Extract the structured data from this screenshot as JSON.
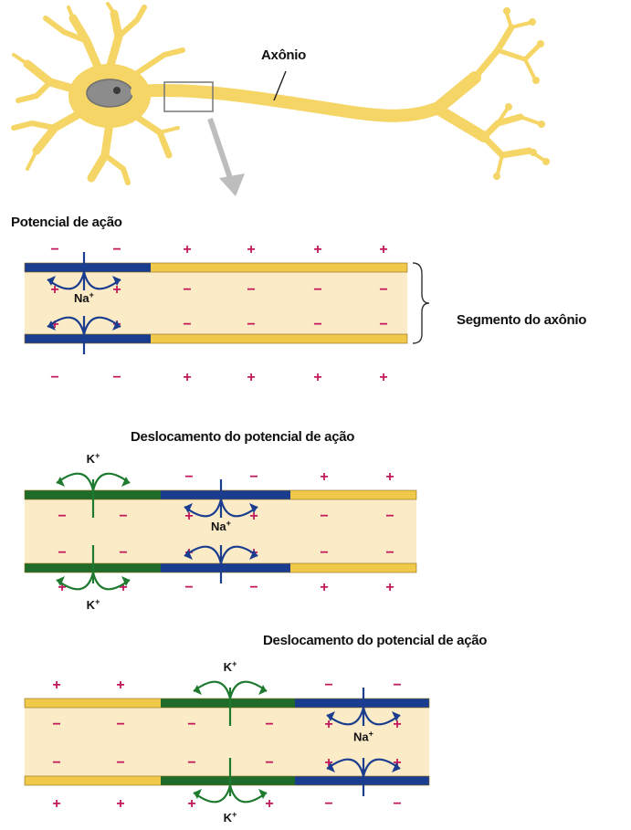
{
  "neuron": {
    "axon_label": "Axônio"
  },
  "panel1": {
    "title": "Potencial de ação",
    "segment_label": "Segmento do axônio",
    "ion_na": "Na",
    "ion_sup": "+"
  },
  "panel2": {
    "title": "Deslocamento do potencial de ação",
    "ion_k": "K",
    "ion_na": "Na",
    "ion_sup": "+"
  },
  "panel3": {
    "title": "Deslocamento do potencial de ação",
    "ion_k": "K",
    "ion_na": "Na",
    "ion_sup": "+"
  },
  "charges": {
    "plus": "+",
    "minus": "−"
  },
  "colors": {
    "membrane_rest": "#F0C84A",
    "membrane_depolarized": "#1A3D8F",
    "membrane_repolarizing": "#1E6B2A",
    "cytoplasm": "#FBEBC6",
    "neuron_body": "#F4D566",
    "neuron_outline": "#C9A232",
    "nucleus": "#8C8C8C",
    "na_arrow": "#1A3D8F",
    "k_arrow": "#1E7A2E",
    "charge_marks": "#C2185B",
    "zoom_arrow": "#BDBDBD"
  }
}
